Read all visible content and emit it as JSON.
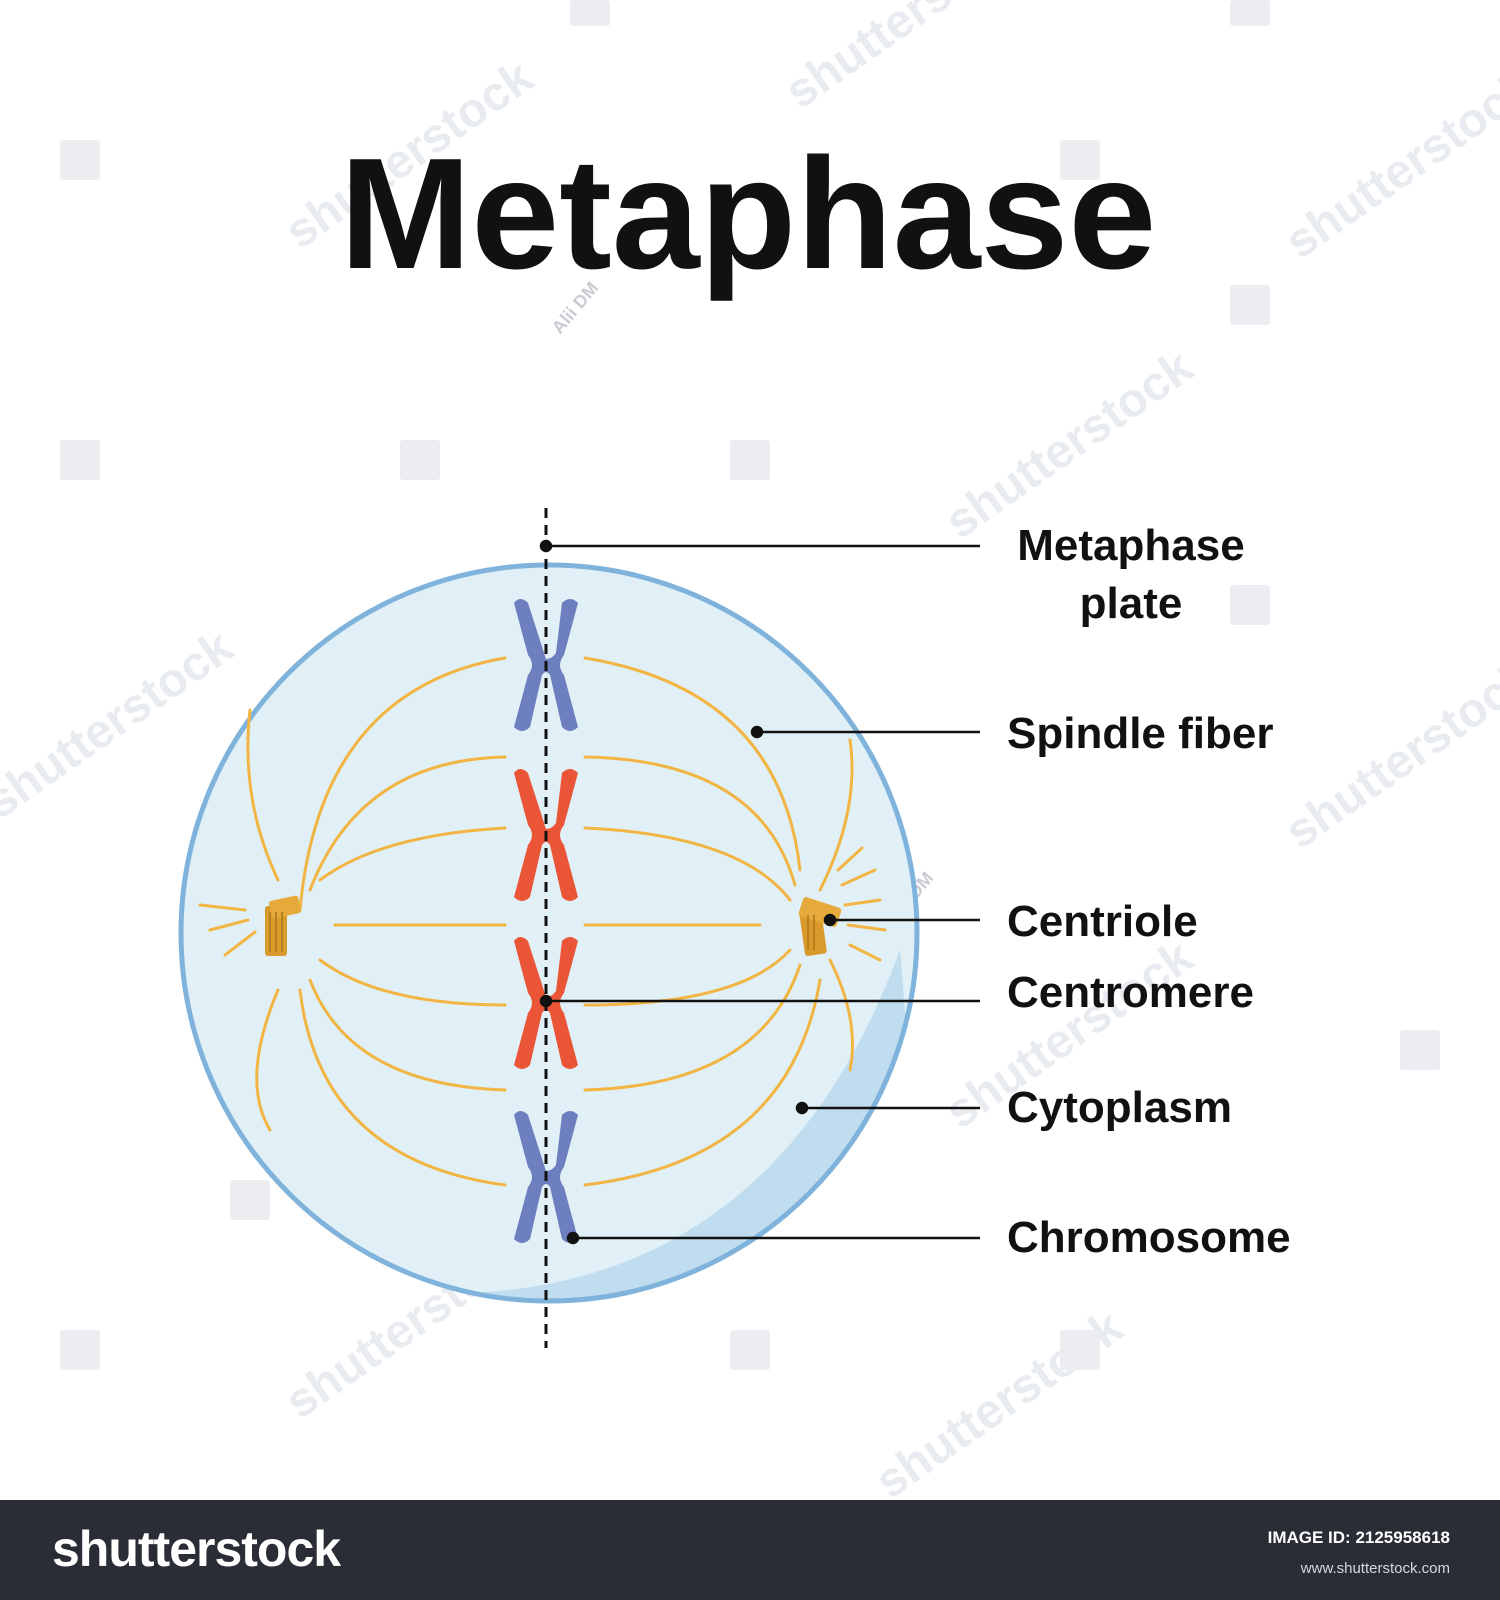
{
  "title": "Metaphase",
  "labels": {
    "metaphase_plate_line1": "Metaphase",
    "metaphase_plate_line2": "plate",
    "spindle_fiber": "Spindle fiber",
    "centriole": "Centriole",
    "centromere": "Centromere",
    "cytoplasm": "Cytoplasm",
    "chromosome": "Chromosome"
  },
  "watermark": {
    "brand": "shutterstock",
    "artist": "Alii DM"
  },
  "footer": {
    "brand": "shutterstock",
    "image_id": "IMAGE ID: 2125958618",
    "url": "www.shutterstock.com"
  },
  "colors": {
    "cell_fill": "#e0f0f6",
    "cell_border": "#7fb3db",
    "spindle": "#f2b544",
    "chromosome_blue": "#6e7fc0",
    "chromosome_red": "#ea5537",
    "centriole": "#d99a2b",
    "footer_bg": "#2a2d36"
  },
  "icons": [
    "chromosome-icon",
    "centriole-icon"
  ]
}
